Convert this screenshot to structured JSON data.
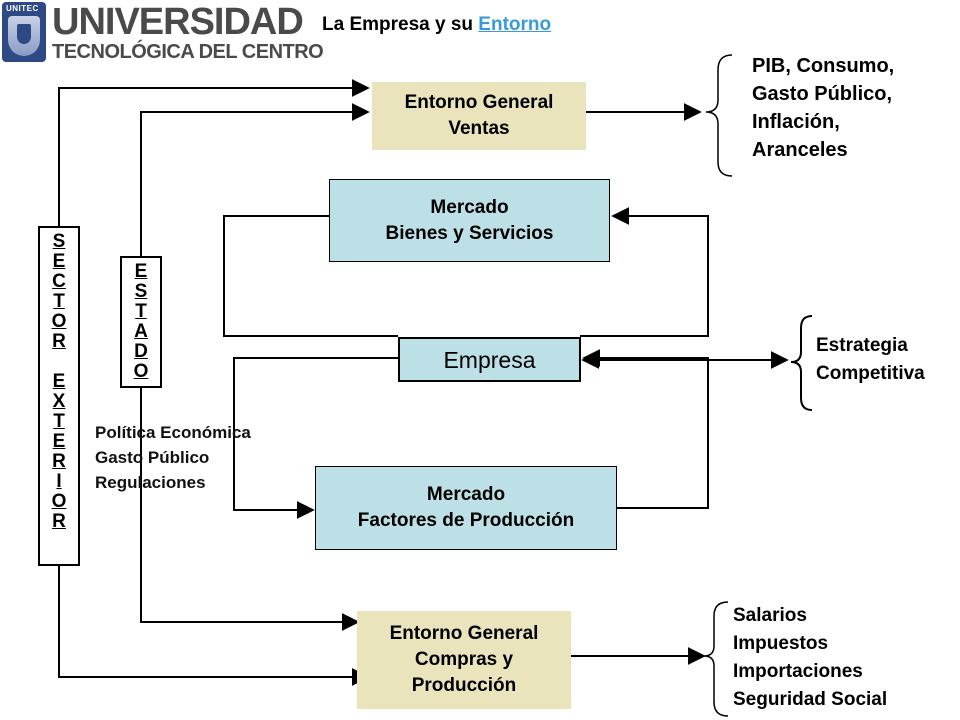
{
  "logo": {
    "tag": "UNITEC",
    "line1": "UNIVERSIDAD",
    "line2": "TECNOLÓGICA DEL CENTRO"
  },
  "title": {
    "prefix": "La Empresa y su ",
    "link": "Entorno"
  },
  "boxes": {
    "entorno_ventas": [
      "Entorno General",
      "Ventas"
    ],
    "mercado_bienes": [
      "Mercado",
      "Bienes y Servicios"
    ],
    "empresa": "Empresa",
    "mercado_factores": [
      "Mercado",
      "Factores de Producción"
    ],
    "entorno_compras": [
      "Entorno General",
      "Compras y",
      "Producción"
    ]
  },
  "vertical_labels": {
    "sector_exterior": [
      "S",
      "E",
      "C",
      "T",
      "O",
      "R",
      " ",
      "E",
      "X",
      "T",
      "E",
      "R",
      "I",
      "O",
      "R"
    ],
    "estado": [
      "E",
      "S",
      "T",
      "A",
      "D",
      "O"
    ]
  },
  "lists": {
    "macro": [
      "PIB, Consumo,",
      "Gasto Público,",
      "Inflación,",
      "Aranceles"
    ],
    "estrategia": [
      "Estrategia",
      "Competitiva"
    ],
    "costos": [
      "Salarios",
      "Impuestos",
      "Importaciones",
      "Seguridad Social"
    ],
    "estado": [
      "Política Económica",
      "Gasto Público",
      "Regulaciones"
    ]
  },
  "colors": {
    "khaki_box": "#e9e4bc",
    "blue_box": "#bde0e6",
    "link": "#3a9ad9",
    "logo_text": "#4a4a4a",
    "logo_mark": "#2e4a86"
  }
}
